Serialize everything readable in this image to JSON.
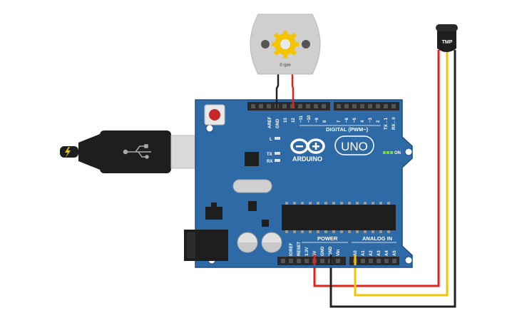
{
  "motor": {
    "speed_label": "0 rpm"
  },
  "sensor": {
    "label": "TMP"
  },
  "board": {
    "brand": "ARDUINO",
    "model": "UNO",
    "digital_header": "DIGITAL (PWM~)",
    "power_header": "POWER",
    "analog_header": "ANALOG IN",
    "on_label": "ON",
    "led_l": "L",
    "led_tx": "TX",
    "led_rx": "RX",
    "digital_pins": [
      "AREF",
      "GND",
      "13",
      "12",
      "~11",
      "~10",
      "~9",
      "8",
      "7",
      "~6",
      "~5",
      "4",
      "~3",
      "2",
      "TX→1",
      "RX←0"
    ],
    "power_pins": [
      "IOREF",
      "RESET",
      "3.3V",
      "5V",
      "GND",
      "GND",
      "Vin"
    ],
    "analog_pins": [
      "A0",
      "A1",
      "A2",
      "A3",
      "A4",
      "A5"
    ]
  },
  "colors": {
    "board": "#2e6aa6",
    "board_edge": "#1f4f80",
    "header": "#2a2a2a",
    "wire_red": "#e2231a",
    "wire_yellow": "#f2c500",
    "wire_black": "#222222",
    "motor_body": "#cfcfcf",
    "gear": "#f5c400",
    "usb_plug": "#1e1e1e"
  },
  "icons": [
    "usb-icon",
    "lightning-icon",
    "infinity-logo-icon"
  ]
}
